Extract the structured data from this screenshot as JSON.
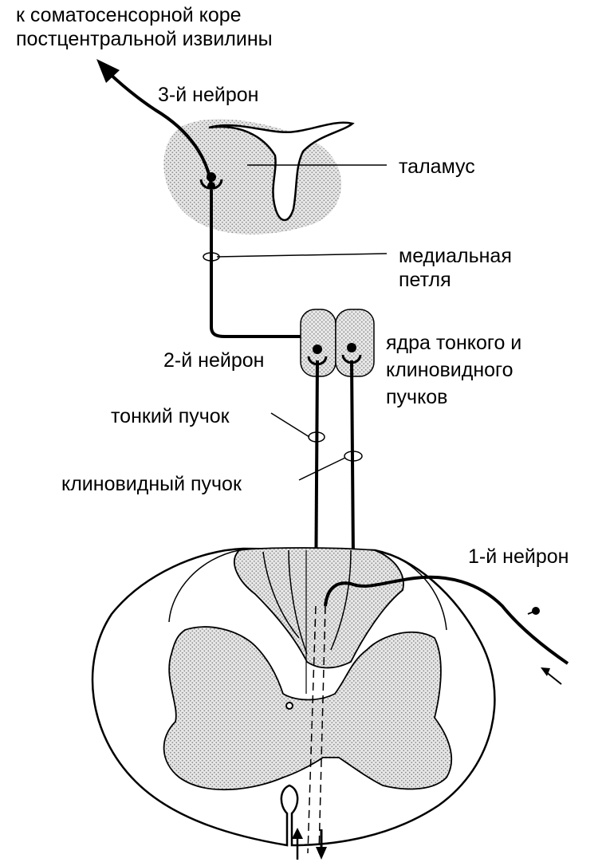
{
  "labels": {
    "cortex": [
      "к соматосенсорной коре",
      "постцентральной извилины"
    ],
    "neuron3": "3-й нейрон",
    "thalamus": "таламус",
    "lemniscus": [
      "медиальная",
      "петля"
    ],
    "neuron2": "2-й нейрон",
    "nuclei": [
      "ядра тонкого и",
      "клиновидного",
      "пучков"
    ],
    "gracile": "тонкий пучок",
    "cuneate": "клиновидный пучок",
    "neuron1": "1-й нейрон"
  },
  "colors": {
    "ink": "#000000",
    "stipple": "#bdbdbd",
    "background": "#ffffff"
  }
}
